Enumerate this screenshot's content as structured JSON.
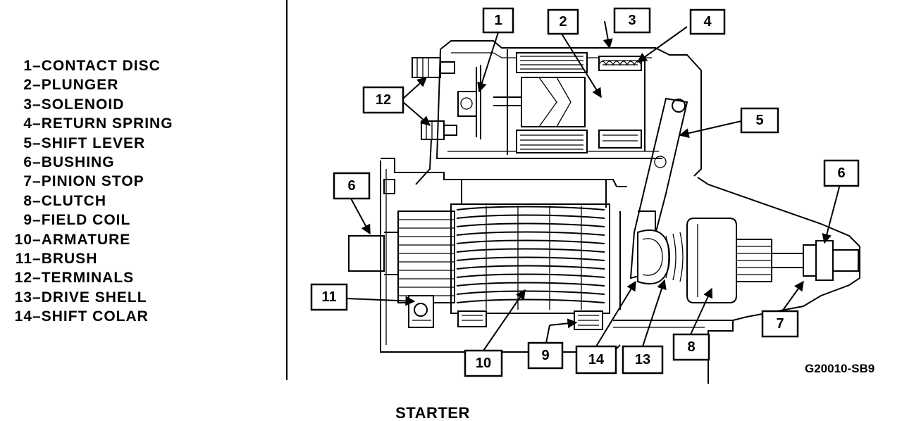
{
  "legend": [
    {
      "num": "1",
      "text": "CONTACT DISC"
    },
    {
      "num": "2",
      "text": "PLUNGER"
    },
    {
      "num": "3",
      "text": "SOLENOID"
    },
    {
      "num": "4",
      "text": "RETURN SPRING"
    },
    {
      "num": "5",
      "text": "SHIFT LEVER"
    },
    {
      "num": "6",
      "text": "BUSHING"
    },
    {
      "num": "7",
      "text": "PINION STOP"
    },
    {
      "num": "8",
      "text": "CLUTCH"
    },
    {
      "num": "9",
      "text": "FIELD COIL"
    },
    {
      "num": "10",
      "text": "ARMATURE"
    },
    {
      "num": "11",
      "text": "BRUSH"
    },
    {
      "num": "12",
      "text": "TERMINALS"
    },
    {
      "num": "13",
      "text": "DRIVE SHELL"
    },
    {
      "num": "14",
      "text": "SHIFT COLAR"
    }
  ],
  "callouts": [
    "1",
    "2",
    "3",
    "4",
    "5",
    "6",
    "6",
    "7",
    "8",
    "9",
    "10",
    "11",
    "12",
    "13",
    "14"
  ],
  "caption": "STARTER",
  "figure_code": "G20010-SB9"
}
